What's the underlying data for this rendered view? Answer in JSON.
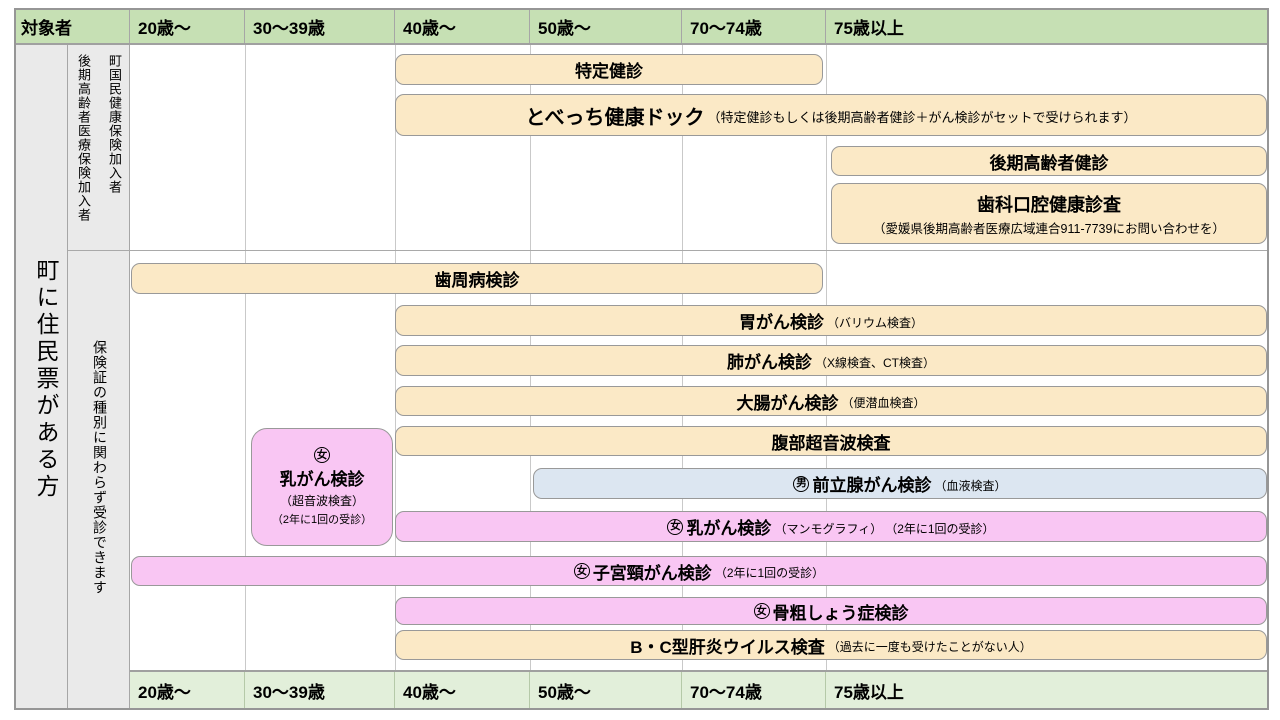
{
  "colors": {
    "header_green": "#c6e0b4",
    "footer_green": "#e2efda",
    "sidebar_gray": "#eaeaea",
    "bar_cream": "#fbe9c6",
    "bar_pink": "#f9c6f3",
    "bar_blue": "#dce6f1",
    "bar_border": "#999999"
  },
  "header": {
    "subject": "対象者",
    "columns": [
      "20歳〜",
      "30〜39歳",
      "40歳〜",
      "50歳〜",
      "70〜74歳",
      "75歳以上"
    ]
  },
  "footer": {
    "columns": [
      "20歳〜",
      "30〜39歳",
      "40歳〜",
      "50歳〜",
      "70〜74歳",
      "75歳以上"
    ]
  },
  "sidebar": {
    "resident": "町に住民票がある方",
    "late_elderly_insured": "後期高齢者医療保険加入者",
    "national_insured": "町国民健康保険加入者",
    "any_insurance": "保険証の種別に関わらず受診できます"
  },
  "gender": {
    "female": "女",
    "male": "男"
  },
  "exams": [
    {
      "label": "特定健診"
    },
    {
      "label": "とべっち健康ドック",
      "note": "（特定健診もしくは後期高齢者健診＋がん検診がセットで受けられます）"
    },
    {
      "label": "後期高齢者健診"
    },
    {
      "label": "歯科口腔健康診査",
      "note": "（愛媛県後期高齢者医療広域連合911-7739にお問い合わせを）"
    },
    {
      "label": "歯周病検診"
    },
    {
      "label": "胃がん検診",
      "note": "（バリウム検査）"
    },
    {
      "label": "肺がん検診",
      "note": "（X線検査、CT検査）"
    },
    {
      "label": "大腸がん検診",
      "note": "（便潜血検査）"
    },
    {
      "label": "腹部超音波検査"
    },
    {
      "label": "乳がん検診",
      "note": "（超音波検査）",
      "note2": "（2年に1回の受診）"
    },
    {
      "label": "前立腺がん検診",
      "note": "（血液検査）"
    },
    {
      "label": "乳がん検診",
      "note": "（マンモグラフィ）",
      "note2": "（2年に1回の受診）"
    },
    {
      "label": "子宮頸がん検診",
      "note": "（2年に1回の受診）"
    },
    {
      "label": "骨粗しょう症検診"
    },
    {
      "label": "B・C型肝炎ウイルス検査",
      "note": "（過去に一度も受けたことがない人）"
    }
  ]
}
